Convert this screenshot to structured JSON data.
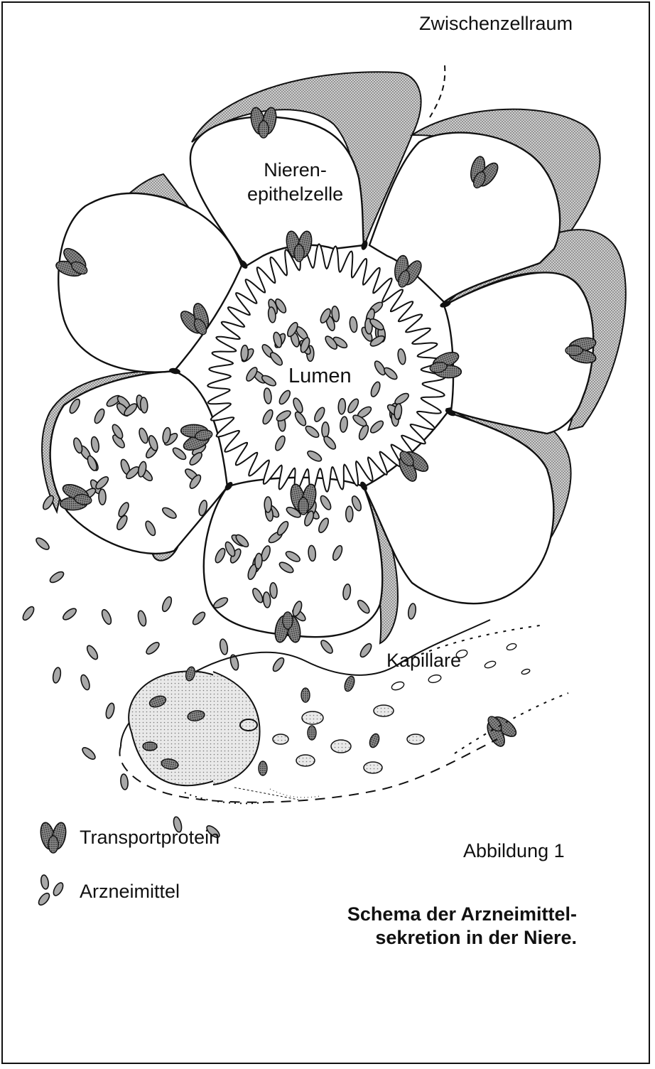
{
  "labels": {
    "intercellular_space": "Zwischenzellraum",
    "epithelial_cell": [
      "Nieren-",
      "epithelzelle"
    ],
    "lumen": "Lumen",
    "capillary": "Kapillare"
  },
  "legend": [
    {
      "icon": "transport-protein-icon",
      "label": "Transportprotein"
    },
    {
      "icon": "drug-molecule-icon",
      "label": "Arzneimittel"
    }
  ],
  "figure_label": "Abbildung 1",
  "caption": [
    "Schema der Arzneimittel-",
    "sekretion in der Niere."
  ],
  "colors": {
    "line": "#111111",
    "stipple": "#9a9a9a",
    "protein": "#5e5e5e",
    "drug": "#a8a8a8",
    "paper": "#ffffff"
  }
}
